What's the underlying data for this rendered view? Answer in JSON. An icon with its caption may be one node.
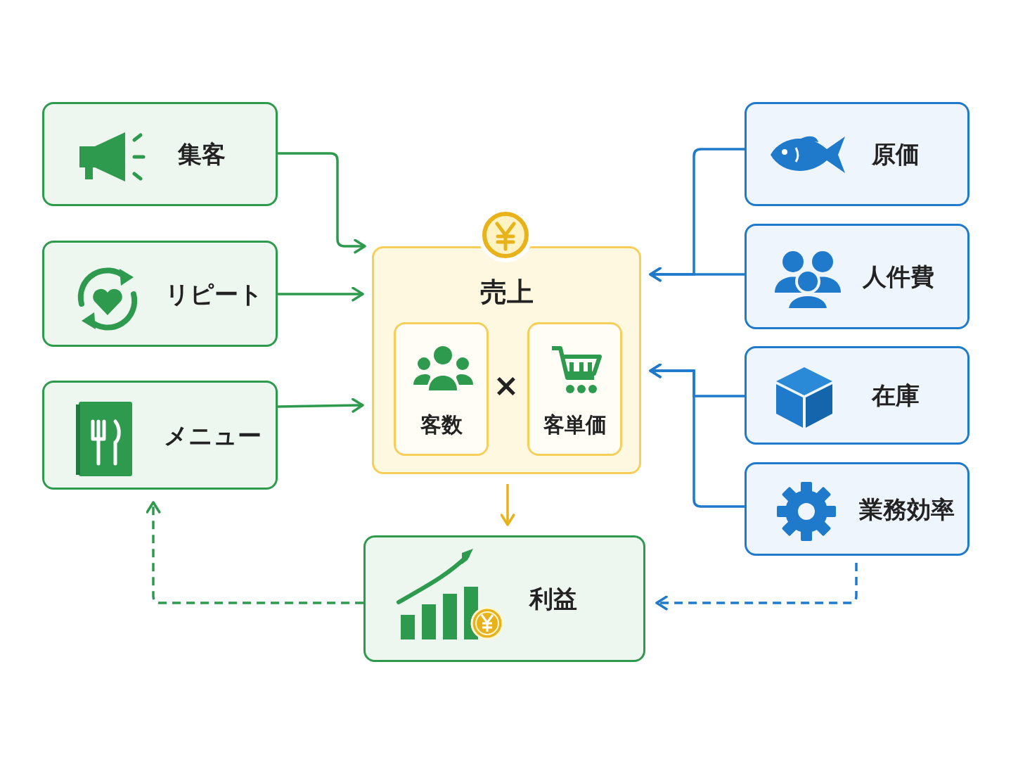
{
  "diagram": {
    "nodes": [
      {
        "text": [
          "集客"
        ]
      },
      {
        "text": [
          "リピート"
        ]
      },
      {
        "text": [
          "メニュー"
        ]
      },
      {
        "text": [
          "売上"
        ]
      },
      {
        "text": [
          "客数"
        ],
        "in": 3
      },
      {
        "text": [
          "客単価"
        ],
        "in": 3
      },
      {
        "text": [
          "原価"
        ]
      },
      {
        "text": [
          "人件費"
        ]
      },
      {
        "text": [
          "在庫"
        ]
      },
      {
        "text": [
          "業務効率"
        ]
      },
      {
        "text": [
          "利益"
        ]
      }
    ],
    "edges": [
      {
        "from": 0,
        "to": 3,
        "arrow": "to",
        "color": "#2e9a4e"
      },
      {
        "from": 1,
        "to": 3,
        "arrow": "to",
        "color": "#2e9a4e"
      },
      {
        "from": 2,
        "to": 3,
        "arrow": "to",
        "color": "#2e9a4e"
      },
      {
        "from": 6,
        "to": 3,
        "arrow": "to",
        "color": "#1f7acb"
      },
      {
        "from": 7,
        "to": 3,
        "arrow": "to",
        "color": "#1f7acb"
      },
      {
        "from": 8,
        "to": 3,
        "arrow": "to",
        "color": "#1f7acb"
      },
      {
        "from": 9,
        "to": 3,
        "arrow": "to",
        "color": "#1f7acb"
      },
      {
        "from": 3,
        "to": 10,
        "arrow": "to",
        "color": "#e8b21a"
      },
      {
        "from": 10,
        "to": 2,
        "arrow": "to",
        "style": "dashed",
        "color": "#2e9a4e"
      },
      {
        "from": 9,
        "to": 10,
        "arrow": "to",
        "style": "dashed",
        "color": "#1f7acb"
      }
    ],
    "labels": [
      "×"
    ]
  }
}
